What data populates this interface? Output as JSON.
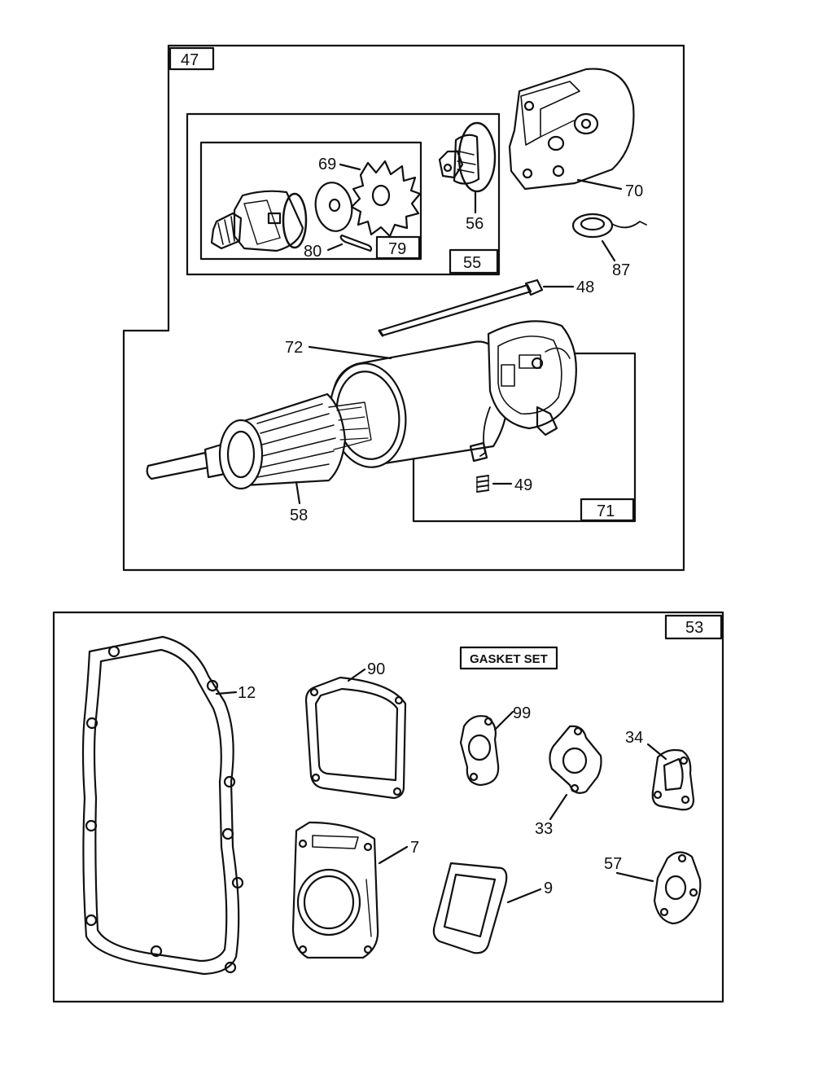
{
  "starter_group": {
    "box_label": "47",
    "drive_box_label": "55",
    "pinion_box_label": "79",
    "brush_box_label": "71",
    "parts": {
      "p69": "69",
      "p80": "80",
      "p56": "56",
      "p70": "70",
      "p87": "87",
      "p48": "48",
      "p72": "72",
      "p49": "49",
      "p58": "58"
    }
  },
  "gasket_group": {
    "box_label": "53",
    "title": "GASKET SET",
    "parts": {
      "p12": "12",
      "p90": "90",
      "p99": "99",
      "p34": "34",
      "p33": "33",
      "p7": "7",
      "p9": "9",
      "p57": "57"
    }
  }
}
